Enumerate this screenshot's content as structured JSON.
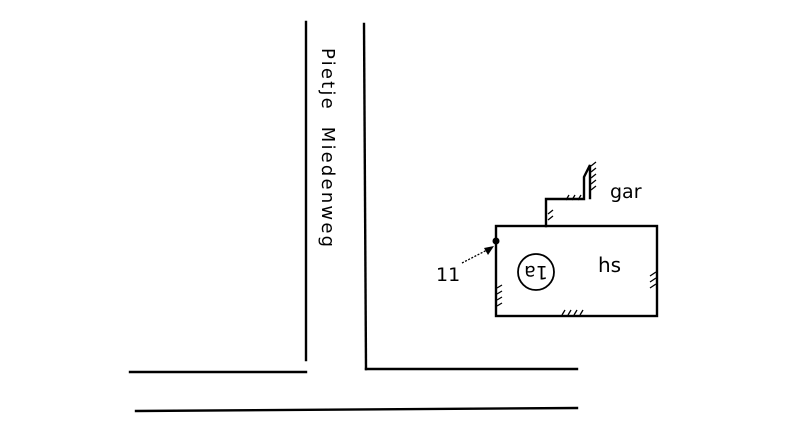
{
  "street": {
    "name": "Pietje  Miedenweg"
  },
  "labels": {
    "garage": "gar",
    "house": "hs",
    "parcel_point": "11",
    "house_number": "1a"
  },
  "colors": {
    "ink": "#000000",
    "background": "#ffffff"
  }
}
